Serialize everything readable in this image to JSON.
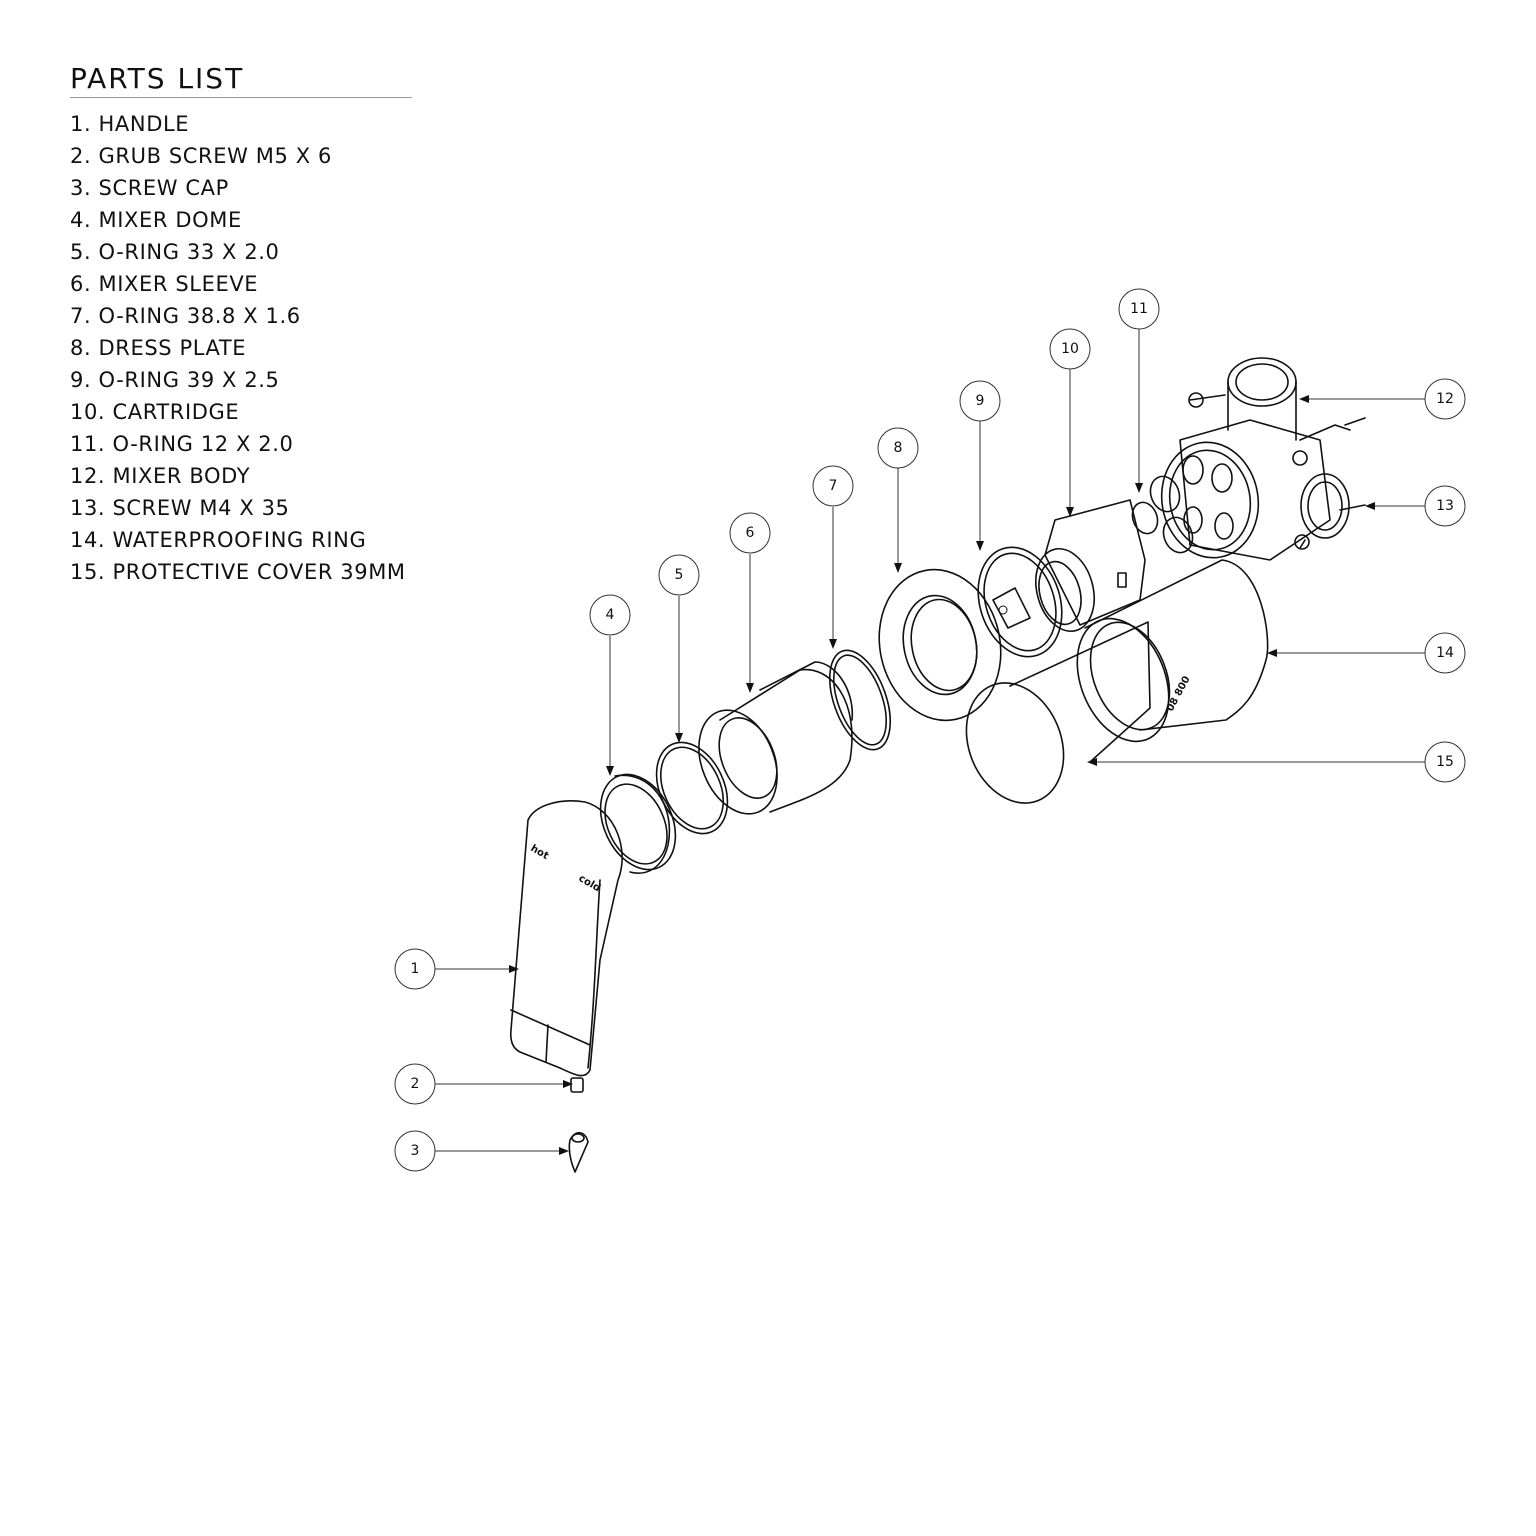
{
  "parts_list": {
    "title": "PARTS LIST",
    "items": [
      {
        "num": "1.",
        "name": "HANDLE"
      },
      {
        "num": "2.",
        "name": "GRUB SCREW M5 X 6"
      },
      {
        "num": "3.",
        "name": "SCREW CAP"
      },
      {
        "num": "4.",
        "name": "MIXER DOME"
      },
      {
        "num": "5.",
        "name": "O-RING 33 X 2.0"
      },
      {
        "num": "6.",
        "name": "MIXER SLEEVE"
      },
      {
        "num": "7.",
        "name": "O-RING 38.8 X 1.6"
      },
      {
        "num": "8.",
        "name": "DRESS PLATE"
      },
      {
        "num": "9.",
        "name": "O-RING 39 X 2.5"
      },
      {
        "num": "10.",
        "name": "CARTRIDGE"
      },
      {
        "num": "11.",
        "name": "O-RING 12 X 2.0"
      },
      {
        "num": "12.",
        "name": "MIXER BODY"
      },
      {
        "num": "13.",
        "name": "SCREW M4 X 35"
      },
      {
        "num": "14.",
        "name": "WATERPROOFING RING"
      },
      {
        "num": "15.",
        "name": "PROTECTIVE COVER 39MM"
      }
    ]
  },
  "callouts": [
    "1",
    "2",
    "3",
    "4",
    "5",
    "6",
    "7",
    "8",
    "9",
    "10",
    "11",
    "12",
    "13",
    "14",
    "15"
  ],
  "handle_labels": {
    "hot": "hot",
    "cold": "cold"
  }
}
